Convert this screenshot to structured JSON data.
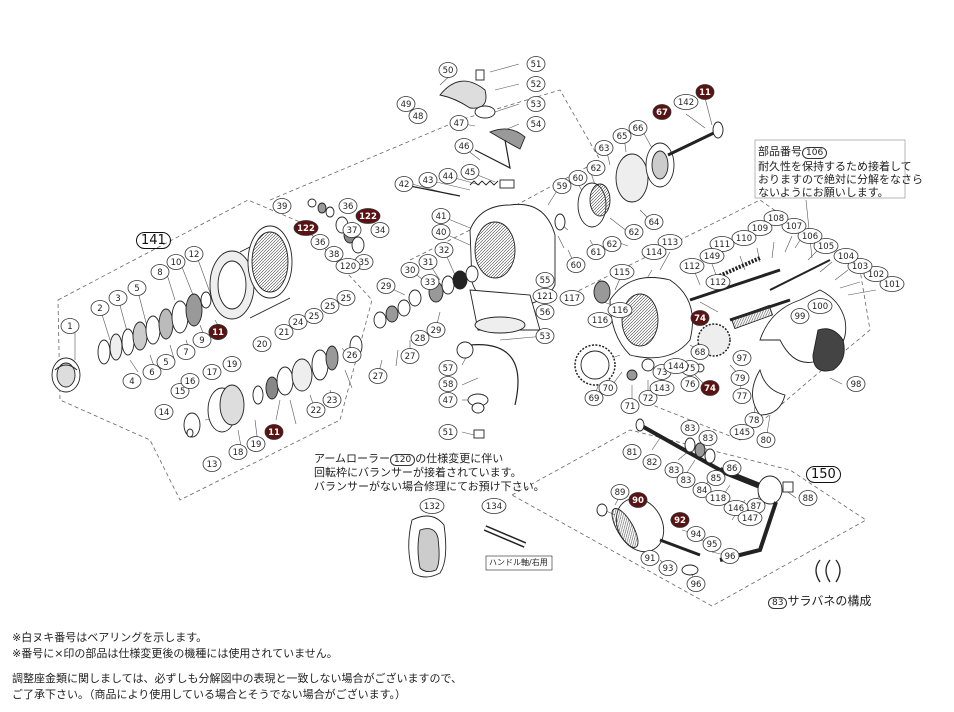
{
  "parts": [
    {
      "label": "1"
    },
    {
      "label": "2"
    },
    {
      "label": "3"
    },
    {
      "label": "4"
    },
    {
      "label": "5"
    },
    {
      "label": "5b",
      "text": "5"
    },
    {
      "label": "6"
    },
    {
      "label": "7"
    },
    {
      "label": "8"
    },
    {
      "label": "9"
    },
    {
      "label": "10"
    },
    {
      "label": "11a",
      "text": "11",
      "bearing": true
    },
    {
      "label": "12"
    },
    {
      "label": "13"
    },
    {
      "label": "14"
    },
    {
      "label": "15"
    },
    {
      "label": "16"
    },
    {
      "label": "17"
    },
    {
      "label": "18"
    },
    {
      "label": "19a",
      "text": "19"
    },
    {
      "label": "19b",
      "text": "19"
    },
    {
      "label": "20"
    },
    {
      "label": "21"
    },
    {
      "label": "22"
    },
    {
      "label": "23"
    },
    {
      "label": "24"
    },
    {
      "label": "25a",
      "text": "25"
    },
    {
      "label": "25b",
      "text": "25"
    },
    {
      "label": "25c",
      "text": "25"
    },
    {
      "label": "26"
    },
    {
      "label": "27a",
      "text": "27"
    },
    {
      "label": "27b",
      "text": "27"
    },
    {
      "label": "28"
    },
    {
      "label": "29a",
      "text": "29"
    },
    {
      "label": "29b",
      "text": "29"
    },
    {
      "label": "30"
    },
    {
      "label": "31"
    },
    {
      "label": "32"
    },
    {
      "label": "33"
    },
    {
      "label": "34"
    },
    {
      "label": "35"
    },
    {
      "label": "36a",
      "text": "36"
    },
    {
      "label": "36b",
      "text": "36"
    },
    {
      "label": "37"
    },
    {
      "label": "38"
    },
    {
      "label": "39"
    },
    {
      "label": "40"
    },
    {
      "label": "41"
    },
    {
      "label": "42"
    },
    {
      "label": "43"
    },
    {
      "label": "44"
    },
    {
      "label": "45"
    },
    {
      "label": "46"
    },
    {
      "label": "47a",
      "text": "47"
    },
    {
      "label": "47b",
      "text": "47"
    },
    {
      "label": "48"
    },
    {
      "label": "49"
    },
    {
      "label": "50"
    },
    {
      "label": "51a",
      "text": "51"
    },
    {
      "label": "51b",
      "text": "51"
    },
    {
      "label": "52"
    },
    {
      "label": "53a",
      "text": "53"
    },
    {
      "label": "53b",
      "text": "53"
    },
    {
      "label": "54"
    },
    {
      "label": "55"
    },
    {
      "label": "56"
    },
    {
      "label": "57"
    },
    {
      "label": "58"
    },
    {
      "label": "59"
    },
    {
      "label": "60a",
      "text": "60"
    },
    {
      "label": "60b",
      "text": "60"
    },
    {
      "label": "61"
    },
    {
      "label": "62a",
      "text": "62"
    },
    {
      "label": "62b",
      "text": "62"
    },
    {
      "label": "62c",
      "text": "62"
    },
    {
      "label": "63"
    },
    {
      "label": "64"
    },
    {
      "label": "65"
    },
    {
      "label": "66"
    },
    {
      "label": "67",
      "bearing": true
    },
    {
      "label": "68"
    },
    {
      "label": "69"
    },
    {
      "label": "70"
    },
    {
      "label": "71"
    },
    {
      "label": "72"
    },
    {
      "label": "73"
    },
    {
      "label": "74a",
      "text": "74",
      "bearing": true
    },
    {
      "label": "74b",
      "text": "74",
      "bearing": true
    },
    {
      "label": "75"
    },
    {
      "label": "76"
    },
    {
      "label": "77"
    },
    {
      "label": "78"
    },
    {
      "label": "79"
    },
    {
      "label": "80"
    },
    {
      "label": "81"
    },
    {
      "label": "82"
    },
    {
      "label": "83a",
      "text": "83"
    },
    {
      "label": "83b",
      "text": "83"
    },
    {
      "label": "83c",
      "text": "83"
    },
    {
      "label": "83d",
      "text": "83"
    },
    {
      "label": "84"
    },
    {
      "label": "85"
    },
    {
      "label": "86"
    },
    {
      "label": "87"
    },
    {
      "label": "88"
    },
    {
      "label": "89"
    },
    {
      "label": "90",
      "bearing": true
    },
    {
      "label": "91"
    },
    {
      "label": "92",
      "bearing": true
    },
    {
      "label": "93"
    },
    {
      "label": "94"
    },
    {
      "label": "95"
    },
    {
      "label": "96a",
      "text": "96"
    },
    {
      "label": "96b",
      "text": "96"
    },
    {
      "label": "97"
    },
    {
      "label": "98"
    },
    {
      "label": "99"
    },
    {
      "label": "100"
    },
    {
      "label": "101"
    },
    {
      "label": "102"
    },
    {
      "label": "103"
    },
    {
      "label": "104"
    },
    {
      "label": "105"
    },
    {
      "label": "106"
    },
    {
      "label": "107"
    },
    {
      "label": "108"
    },
    {
      "label": "109"
    },
    {
      "label": "110"
    },
    {
      "label": "111"
    },
    {
      "label": "112a",
      "text": "112"
    },
    {
      "label": "112b",
      "text": "112"
    },
    {
      "label": "113"
    },
    {
      "label": "114"
    },
    {
      "label": "115"
    },
    {
      "label": "116a",
      "text": "116"
    },
    {
      "label": "116b",
      "text": "116"
    },
    {
      "label": "117"
    },
    {
      "label": "118"
    },
    {
      "label": "120"
    },
    {
      "label": "121"
    },
    {
      "label": "122a",
      "text": "122",
      "bearing": true
    },
    {
      "label": "122b",
      "text": "122",
      "bearing": true
    },
    {
      "label": "132"
    },
    {
      "label": "134"
    },
    {
      "label": "142"
    },
    {
      "label": "143"
    },
    {
      "label": "144"
    },
    {
      "label": "145"
    },
    {
      "label": "146"
    },
    {
      "label": "147"
    },
    {
      "label": "149"
    },
    {
      "label": "11b",
      "text": "11",
      "bearing": true
    },
    {
      "label": "11c",
      "text": "11",
      "bearing": true
    },
    {
      "label": "11d",
      "text": "11",
      "bearing": true
    }
  ],
  "group_labels": {
    "g141": "141",
    "g150": "150"
  },
  "notes": {
    "part106_prefix": "部品番号",
    "part106_num": "106",
    "part106_line2": "耐久性を保持するため接着して",
    "part106_line3": "おりますので絶対に分解をなさら",
    "part106_line4": "ないようにお願いします。",
    "roller_prefix": "アームローラー",
    "roller_num": "120",
    "roller_suffix": "の仕様変更に伴い",
    "roller_line2": "回転枠にバランサーが接着されています。",
    "roller_line3": "バランサーがない場合修理にてお預け下さい。",
    "handle_shaft": "ハンドル軸/右用",
    "spring_num": "83",
    "spring_label": "サラバネの構成",
    "footer1": "※白ヌキ番号はベアリングを示します。",
    "footer2": "※番号に×印の部品は仕様変更後の機種には使用されていません。",
    "footer3": "調整座金類に関しましては、必ずしも分解図中の表現と一致しない場合がございますので、",
    "footer4": "ご了承下さい。（商品により使用している場合とそうでない場合がございます。）"
  }
}
